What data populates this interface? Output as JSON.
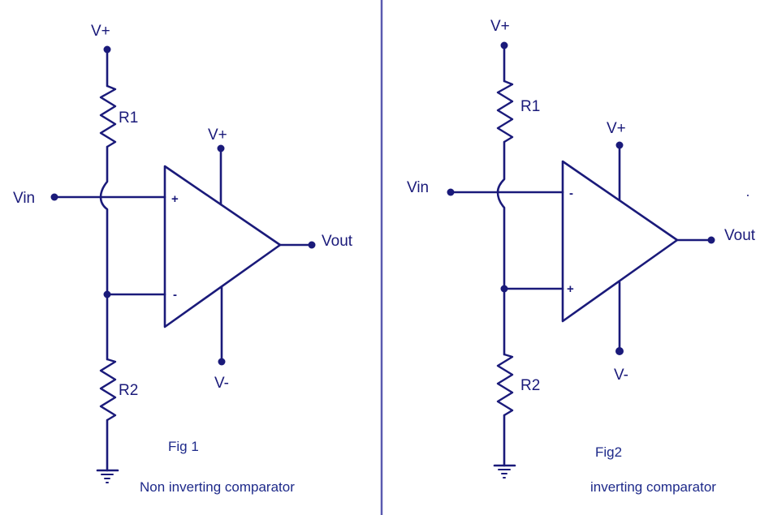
{
  "colors": {
    "ink": "#1a1a7a",
    "caption": "#1e2a8a",
    "separator": "#5a5ab0",
    "background": "#ffffff"
  },
  "figures": [
    {
      "id": "fig1",
      "figure_label": "Fig 1",
      "caption": "Non inverting comparator",
      "supply_top_label": "V+",
      "r1_label": "R1",
      "r2_label": "R2",
      "input_label": "Vin",
      "opamp_vplus_label": "V+",
      "opamp_vminus_label": "V-",
      "output_label": "Vout",
      "upper_input_sign": "+",
      "lower_input_sign": "-",
      "vin_connects_to": "non-inverting (+) input",
      "divider_connects_to": "inverting (-) input"
    },
    {
      "id": "fig2",
      "figure_label": "Fig2",
      "caption": "inverting comparator",
      "supply_top_label": "V+",
      "r1_label": "R1",
      "r2_label": "R2",
      "input_label": "Vin",
      "opamp_vplus_label": "V+",
      "opamp_vminus_label": "V-",
      "output_label": "Vout",
      "upper_input_sign": "-",
      "lower_input_sign": "+",
      "vin_connects_to": "inverting (-) input",
      "divider_connects_to": "non-inverting (+) input"
    }
  ]
}
